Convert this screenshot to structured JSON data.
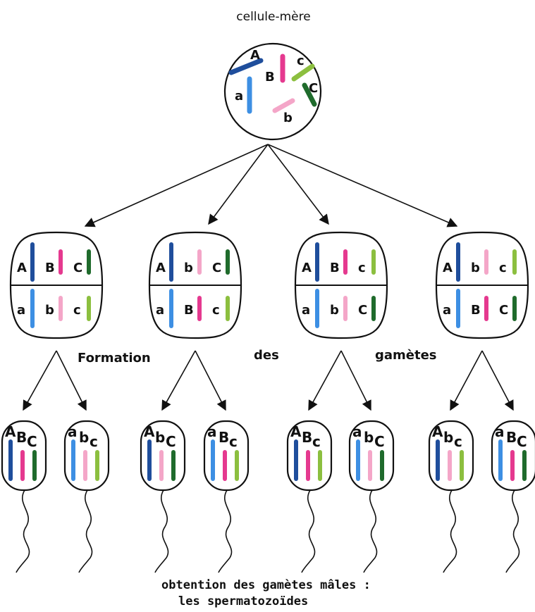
{
  "title": "cellule-mère",
  "mother": {
    "chromosomes": [
      {
        "label": "A",
        "color": "#1f4e9c"
      },
      {
        "label": "a",
        "color": "#3d8fe3"
      },
      {
        "label": "B",
        "color": "#e5398f"
      },
      {
        "label": "b",
        "color": "#f4a6c8"
      },
      {
        "label": "c",
        "color": "#8cbf3f"
      },
      {
        "label": "C",
        "color": "#1f6b2c"
      }
    ]
  },
  "colors": {
    "A": "#1f4e9c",
    "a": "#3d8fe3",
    "B": "#e5398f",
    "b": "#f4a6c8",
    "C": "#1f6b2c",
    "c": "#8cbf3f"
  },
  "dividing_cells": [
    {
      "top": [
        "A",
        "B",
        "C"
      ],
      "bottom": [
        "a",
        "b",
        "c"
      ]
    },
    {
      "top": [
        "A",
        "b",
        "C"
      ],
      "bottom": [
        "a",
        "B",
        "c"
      ]
    },
    {
      "top": [
        "A",
        "B",
        "c"
      ],
      "bottom": [
        "a",
        "b",
        "C"
      ]
    },
    {
      "top": [
        "A",
        "b",
        "c"
      ],
      "bottom": [
        "a",
        "B",
        "C"
      ]
    }
  ],
  "gametes": [
    [
      "A",
      "B",
      "C"
    ],
    [
      "a",
      "b",
      "c"
    ],
    [
      "A",
      "b",
      "C"
    ],
    [
      "a",
      "B",
      "c"
    ],
    [
      "A",
      "B",
      "c"
    ],
    [
      "a",
      "b",
      "C"
    ],
    [
      "A",
      "b",
      "c"
    ],
    [
      "a",
      "B",
      "C"
    ]
  ],
  "step_words": [
    "Formation",
    "des",
    "gamètes"
  ],
  "caption": [
    "obtention des gamètes mâles :",
    "les spermatozoïdes"
  ]
}
